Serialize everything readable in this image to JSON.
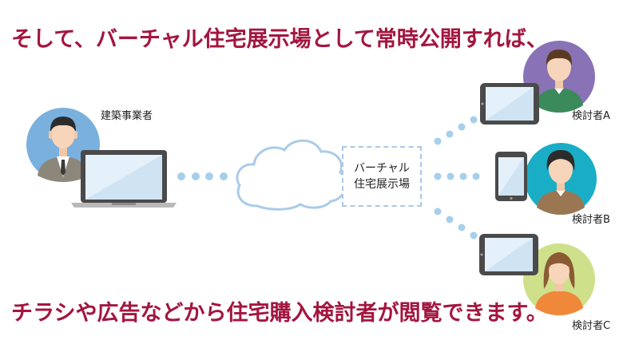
{
  "headline_top": "そして、バーチャル住宅展示場として常時公開すれば、",
  "headline_bottom": "チラシや広告などから住宅購入検討者が閲覧できます。",
  "builder_label": "建築事業者",
  "center_label": {
    "line1": "バーチャル",
    "line2": "住宅展示場"
  },
  "visitors": [
    {
      "label": "検討者A"
    },
    {
      "label": "検討者B"
    },
    {
      "label": "検討者C"
    }
  ],
  "colors": {
    "headline": "#a3163f",
    "dots": "#a7cfe9",
    "circle_builder": "#7ab0dd",
    "circle_a": "#8a72b6",
    "circle_b": "#1aaec6",
    "circle_c": "#cfe08a"
  }
}
